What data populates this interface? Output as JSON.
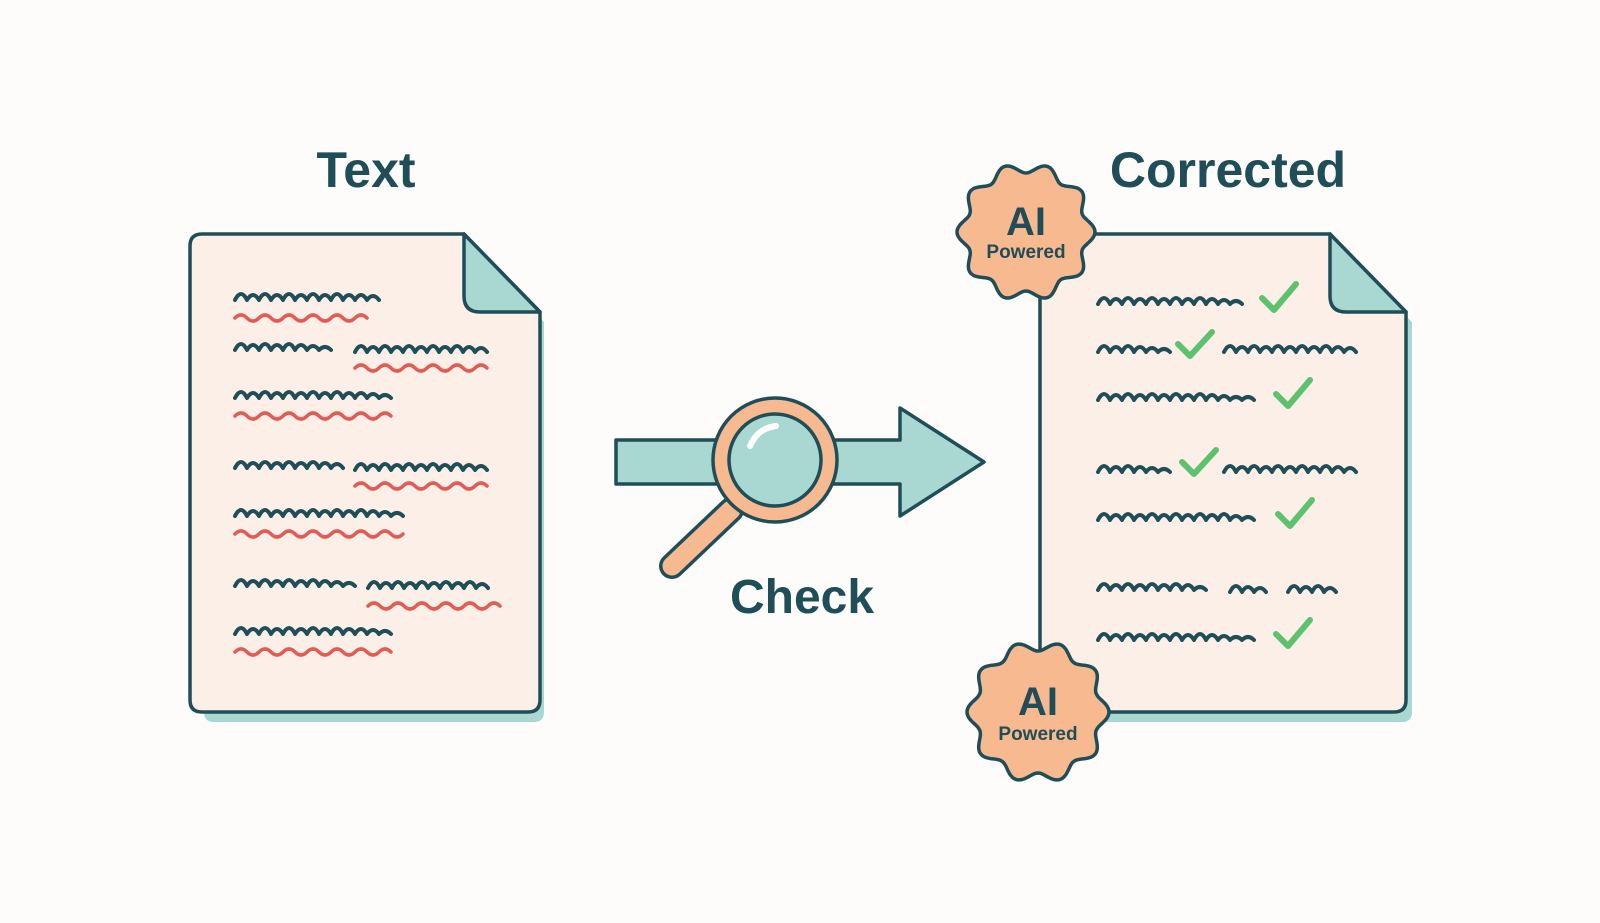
{
  "labels": {
    "input": "Text",
    "process": "Check",
    "output": "Corrected"
  },
  "badges": [
    {
      "title": "AI",
      "subtitle": "Powered"
    },
    {
      "title": "AI",
      "subtitle": "Powered"
    }
  ],
  "colors": {
    "ink": "#1f4e58",
    "paper": "#fcefe7",
    "shadow": "#a9d8d3",
    "fold": "#a9d8d3",
    "error_underline": "#e25b55",
    "check": "#5cc26d",
    "badge_fill": "#f7b98f",
    "magnifier_ring": "#f7b98f",
    "arrow": "#a9d8d3"
  },
  "icons": {
    "input_document": "document-icon",
    "output_document": "document-icon",
    "magnifier": "magnifier-icon",
    "arrow": "arrow-right-icon",
    "check": "check-icon"
  }
}
